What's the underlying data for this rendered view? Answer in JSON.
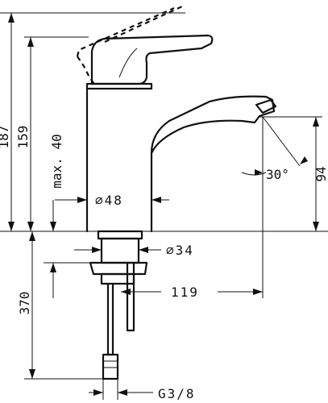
{
  "dimensions": {
    "total_height": "187",
    "spout_height": "159",
    "max_depth": "max. 40",
    "outlet_height": "94",
    "angle": "30°",
    "body_diameter": "⌀48",
    "shank_diameter": "⌀34",
    "hose_length": "370",
    "spout_reach": "119",
    "thread": "G3/8"
  }
}
